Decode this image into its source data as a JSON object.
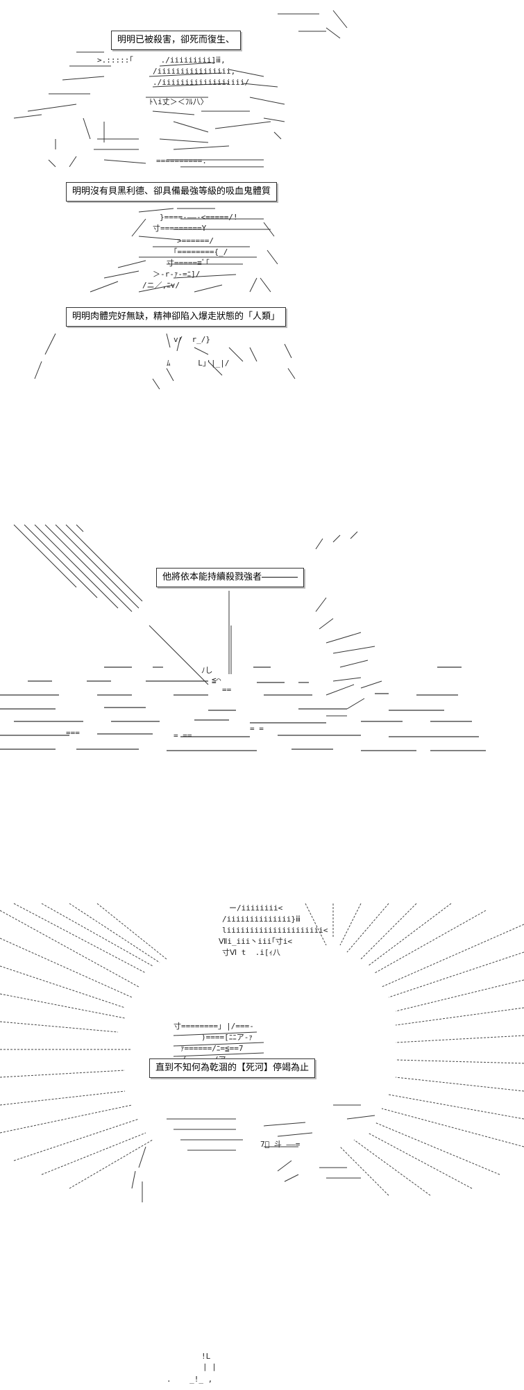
{
  "panels": [
    {
      "caption_1": "明明已被殺害，卻死而復生、",
      "caption_2": "明明沒有貝黑利德、卻具備最強等級的吸血鬼體質",
      "caption_3": "明明肉體完好無缺，精神卻陷入爆走狀態的「人類」"
    },
    {
      "caption_1": "他將依本能持續殺戮強者――――"
    },
    {
      "caption_1": "直到不知何為乾涸的【死河】停竭為止"
    }
  ],
  "art": {
    "line_color": "#333333",
    "frame_color": "#333333"
  }
}
